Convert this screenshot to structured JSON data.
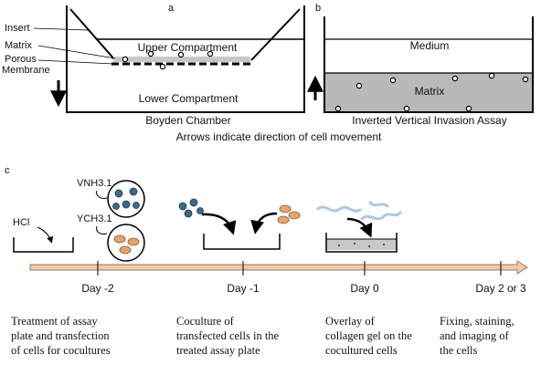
{
  "panel_a": {
    "letter": "a",
    "labels": {
      "insert": "Insert",
      "matrix": "Matrix",
      "porous": "Porous",
      "membrane": "Membrane",
      "upper": "Upper Compartment",
      "lower": "Lower Compartment",
      "caption": "Boyden Chamber"
    }
  },
  "panel_b": {
    "letter": "b",
    "labels": {
      "medium": "Medium",
      "matrix": "Matrix",
      "caption": "Inverted Vertical Invasion Assay"
    }
  },
  "arrows_note": "Arrows indicate direction of cell movement",
  "panel_c": {
    "letter": "c",
    "hcl": "HCl",
    "vnh": "VNH3.1",
    "ych": "YCH3.1",
    "days": [
      "Day -2",
      "Day -1",
      "Day 0",
      "Day 2 or 3"
    ],
    "captions": [
      "Treatment of assay\nplate and transfection\nof cells for cocultures",
      "Coculture of\ntransfected cells in the\ntreated assay plate",
      "Overlay of\ncollagen gel on the\ncocultured cells",
      "Fixing, staining,\nand imaging of\nthe cells"
    ]
  },
  "colors": {
    "timeline_fill": "#f2c9a8",
    "timeline_stroke": "#9a7a60",
    "matrix_gray": "#b9b9b9",
    "membrane_gray": "#c8c8c8",
    "cell_orange": "#e6a46c",
    "cell_blue": "#3a6a8a",
    "collagen_blue": "#a9c9e0"
  }
}
